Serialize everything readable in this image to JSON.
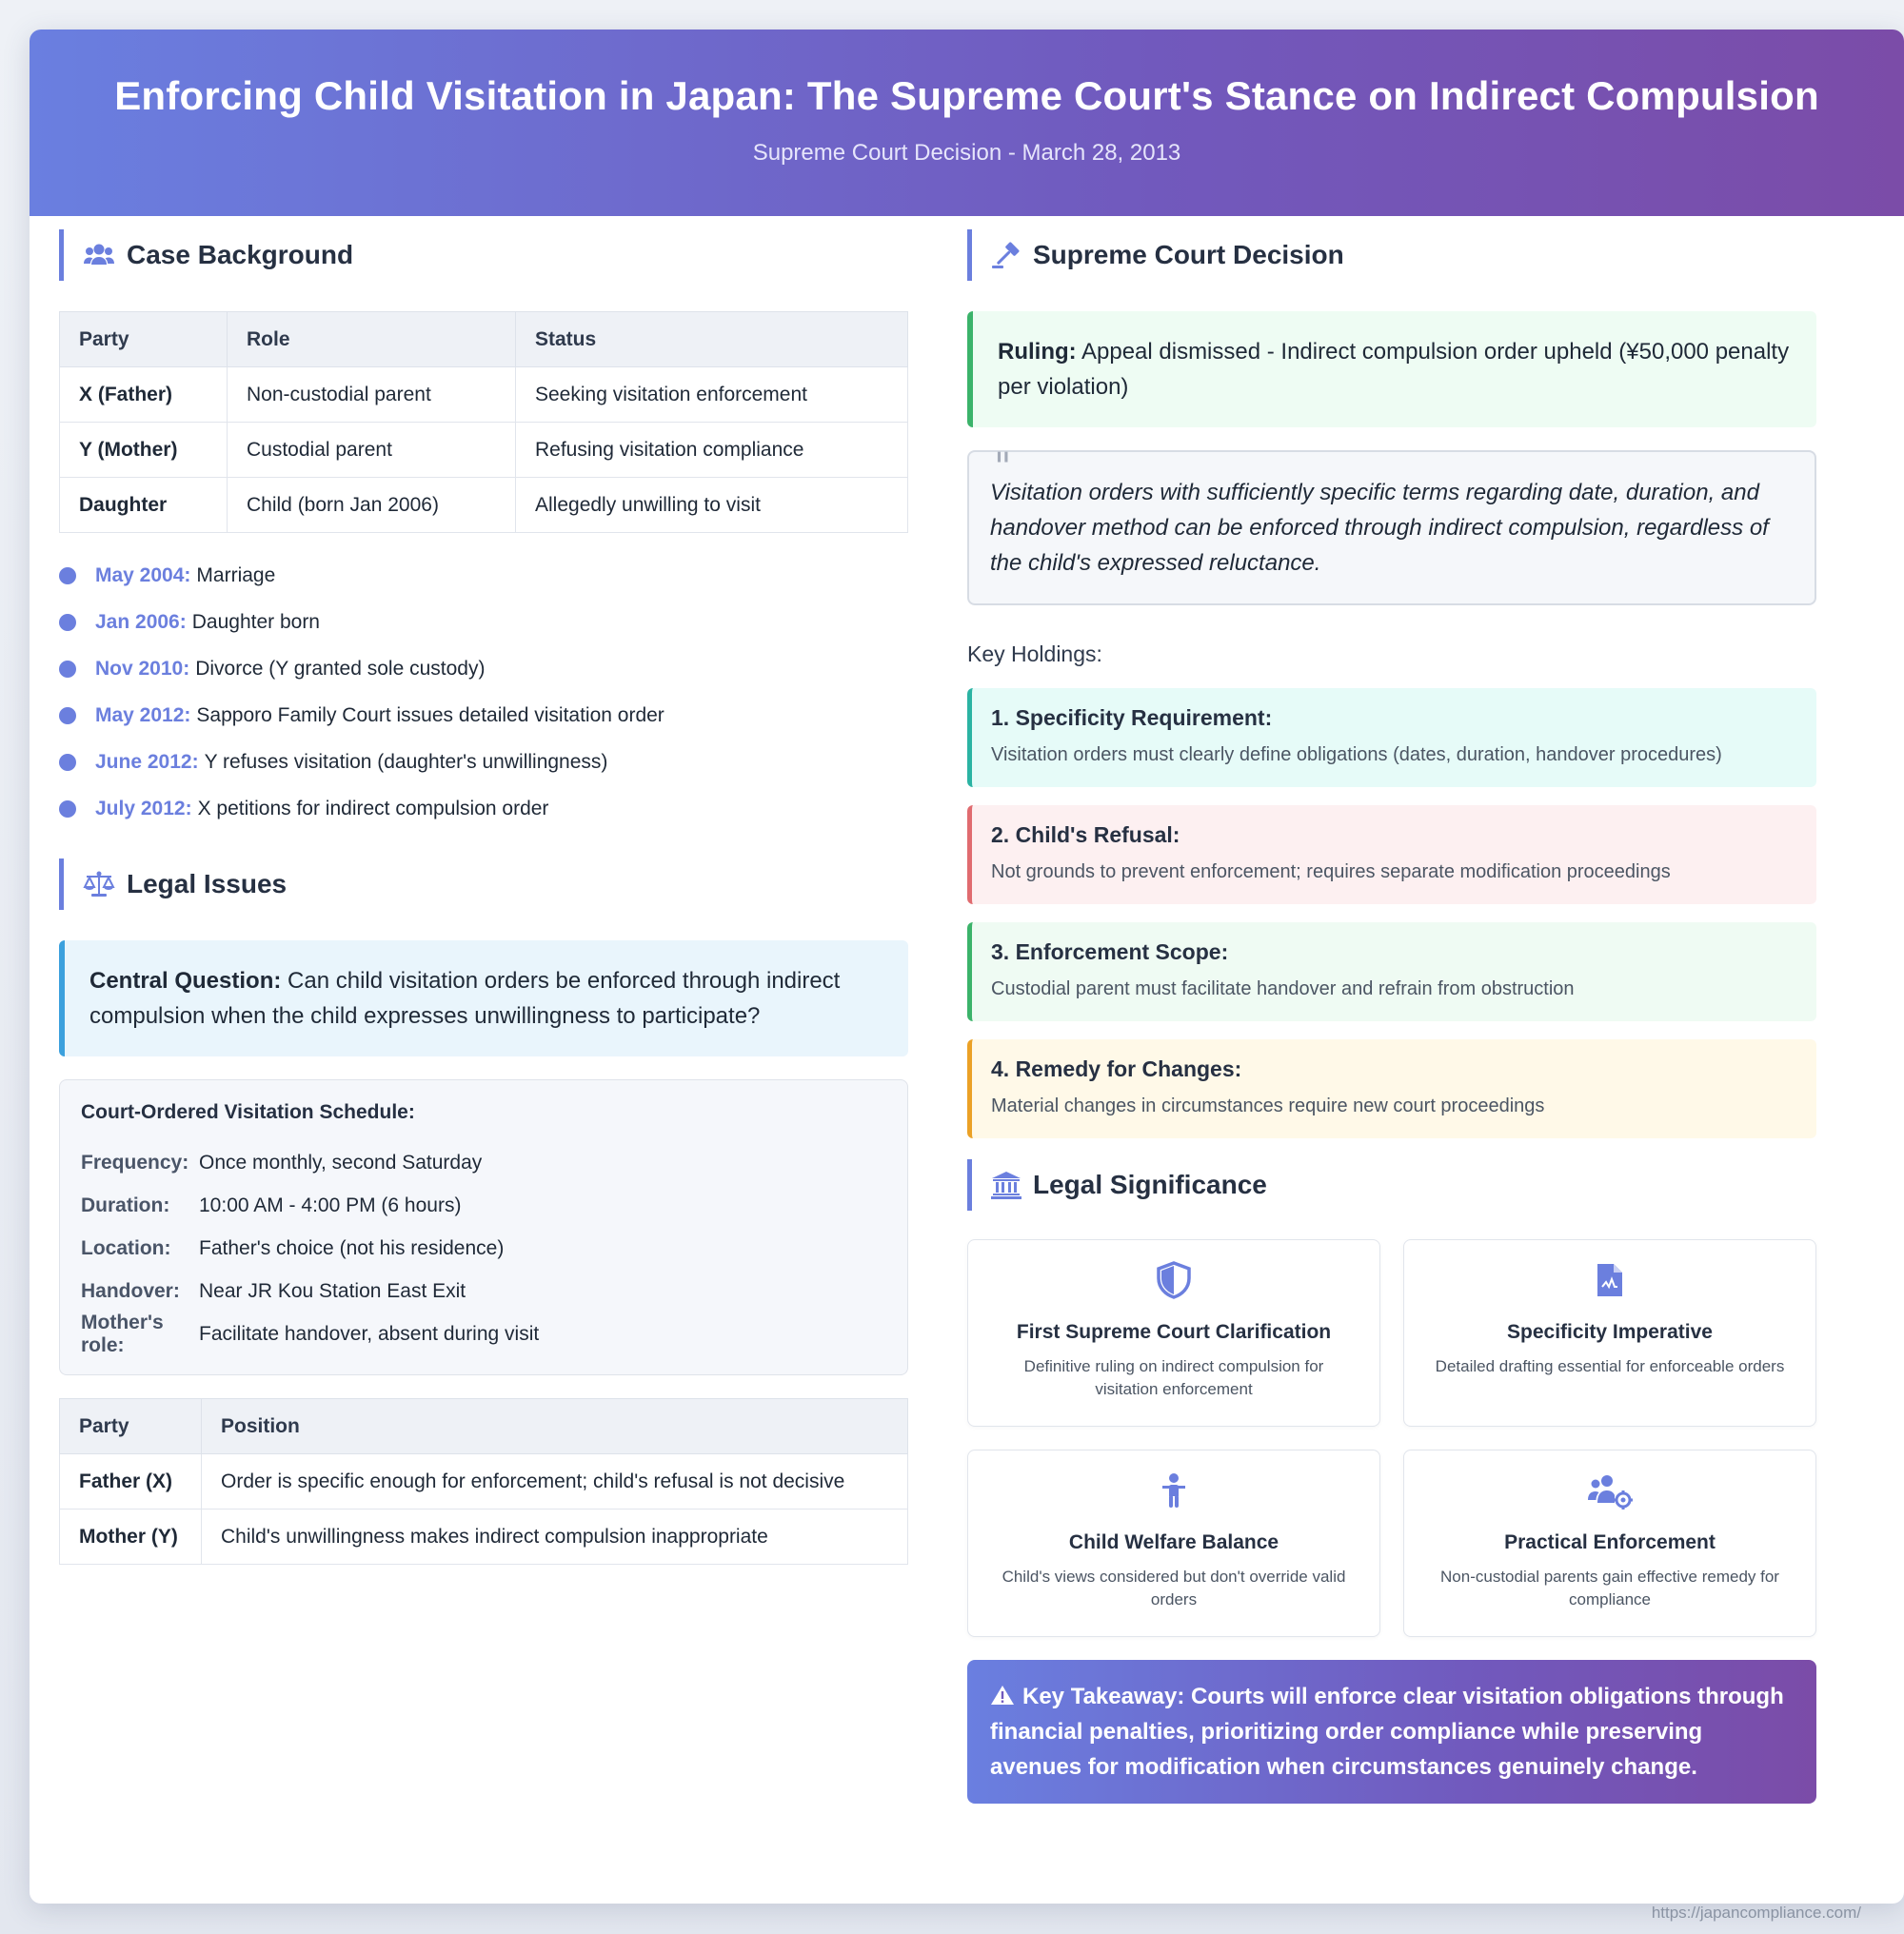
{
  "header": {
    "title": "Enforcing Child Visitation in Japan: The Supreme Court's Stance on Indirect Compulsion",
    "subtitle": "Supreme Court Decision - March 28, 2013"
  },
  "background": {
    "title": "Case Background",
    "icon": "users-icon",
    "table": {
      "headers": [
        "Party",
        "Role",
        "Status"
      ],
      "rows": [
        [
          "X (Father)",
          "Non-custodial parent",
          "Seeking visitation enforcement"
        ],
        [
          "Y (Mother)",
          "Custodial parent",
          "Refusing visitation compliance"
        ],
        [
          "Daughter",
          "Child (born Jan 2006)",
          "Allegedly unwilling to visit"
        ]
      ]
    },
    "timeline": [
      {
        "date": "May 2004:",
        "text": "Marriage"
      },
      {
        "date": "Jan 2006:",
        "text": "Daughter born"
      },
      {
        "date": "Nov 2010:",
        "text": "Divorce (Y granted sole custody)"
      },
      {
        "date": "May 2012:",
        "text": "Sapporo Family Court issues detailed visitation order"
      },
      {
        "date": "June 2012:",
        "text": "Y refuses visitation (daughter's unwillingness)"
      },
      {
        "date": "July 2012:",
        "text": "X petitions for indirect compulsion order"
      }
    ]
  },
  "legal": {
    "title": "Legal Issues",
    "icon": "balance-scale-icon",
    "question_label": "Central Question:",
    "question_text": " Can child visitation orders be enforced through indirect compulsion when the child expresses unwillingness to participate?",
    "schedule": {
      "title": "Court-Ordered Visitation Schedule:",
      "rows": [
        {
          "k": "Frequency:",
          "v": "Once monthly, second Saturday"
        },
        {
          "k": "Duration:",
          "v": "10:00 AM - 4:00 PM (6 hours)"
        },
        {
          "k": "Location:",
          "v": "Father's choice (not his residence)"
        },
        {
          "k": "Handover:",
          "v": "Near JR Kou Station East Exit"
        },
        {
          "k": "Mother's role:",
          "v": "Facilitate handover, absent during visit"
        }
      ]
    },
    "positions": {
      "headers": [
        "Party",
        "Position"
      ],
      "rows": [
        [
          "Father (X)",
          "Order is specific enough for enforcement; child's refusal is not decisive"
        ],
        [
          "Mother (Y)",
          "Child's unwillingness makes indirect compulsion inappropriate"
        ]
      ]
    }
  },
  "decision": {
    "title": "Supreme Court Decision",
    "icon": "gavel-icon",
    "ruling_label": "Ruling:",
    "ruling_text": " Appeal dismissed - Indirect compulsion order upheld (¥50,000 penalty per violation)",
    "quote_mark": "\"",
    "quote": "Visitation orders with sufficiently specific terms regarding date, duration, and handover method can be enforced through indirect compulsion, regardless of the child's expressed reluctance.",
    "holdings_label": "Key Holdings:",
    "holdings": [
      {
        "title": "1. Specificity Requirement:",
        "text": "Visitation orders must clearly define obligations (dates, duration, handover procedures)"
      },
      {
        "title": "2. Child's Refusal:",
        "text": "Not grounds to prevent enforcement; requires separate modification proceedings"
      },
      {
        "title": "3. Enforcement Scope:",
        "text": "Custodial parent must facilitate handover and refrain from obstruction"
      },
      {
        "title": "4. Remedy for Changes:",
        "text": "Material changes in circumstances require new court proceedings"
      }
    ]
  },
  "significance": {
    "title": "Legal Significance",
    "icon": "landmark-icon",
    "cards": [
      {
        "icon": "shield-icon",
        "title": "First Supreme Court Clarification",
        "text": "Definitive ruling on indirect compulsion for visitation enforcement"
      },
      {
        "icon": "document-icon",
        "title": "Specificity Imperative",
        "text": "Detailed drafting essential for enforceable orders"
      },
      {
        "icon": "child-icon",
        "title": "Child Welfare Balance",
        "text": "Child's views considered but don't override valid orders"
      },
      {
        "icon": "users-cog-icon",
        "title": "Practical Enforcement",
        "text": "Non-custodial parents gain effective remedy for compliance"
      }
    ],
    "takeaway_label": "Key Takeaway:",
    "takeaway_text": " Courts will enforce clear visitation obligations through financial penalties, prioritizing order compliance while preserving avenues for modification when circumstances genuinely change."
  },
  "footer": {
    "url": "https://japancompliance.com/"
  },
  "colors": {
    "accent": "#6b7fde",
    "header_start": "#6a7fe0",
    "header_end": "#7b4ca8"
  }
}
